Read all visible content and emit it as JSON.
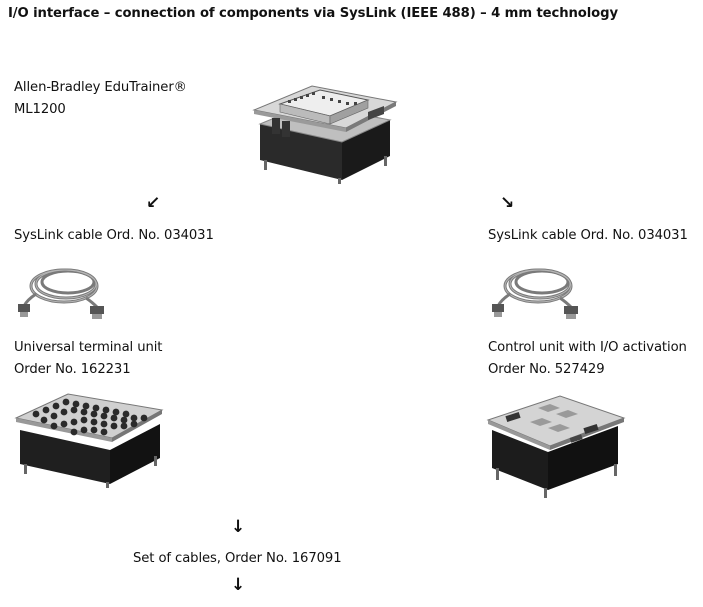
{
  "title": "I/O interface – connection of components via SysLink (IEEE 488) – 4 mm technology",
  "plc": {
    "line1": "Allen-Bradley EduTrainer®",
    "line2": "ML1200"
  },
  "cable_left": {
    "label": "SysLink cable Ord. No. 034031"
  },
  "cable_right": {
    "label": "SysLink cable Ord. No. 034031"
  },
  "terminal_unit": {
    "name": "Universal terminal unit",
    "order": "Order No. 162231"
  },
  "control_unit": {
    "name": "Control unit with I/O activation",
    "order": "Order No. 527429"
  },
  "cable_set": {
    "label": "Set of cables, Order No. 167091"
  },
  "arrows": {
    "down_left": "↙",
    "down_right": "↘",
    "down": "↓"
  }
}
